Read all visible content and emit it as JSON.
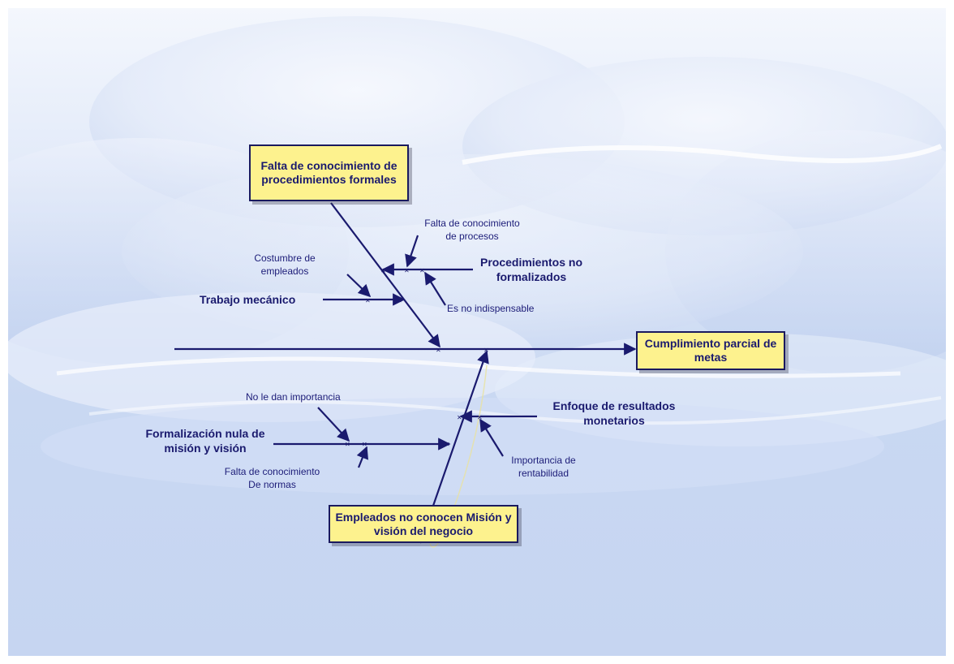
{
  "effect": "Cumplimiento parcial de metas",
  "categories": {
    "top": "Falta de conocimiento de procedimientos formales",
    "bottom": "Empleados no conocen Misión y visión del negocio"
  },
  "causes": {
    "procedimientos": "Procedimientos no formalizados",
    "trabajo": "Trabajo mecánico",
    "enfoque": "Enfoque de resultados monetarios",
    "formalizacion": "Formalización nula de misión y visión"
  },
  "subcauses": {
    "falta_procesos": "Falta de conocimiento de procesos",
    "es_no_indispensable": "Es no indispensable",
    "costumbre": "Costumbre de empleados",
    "no_importancia": "No le dan importancia",
    "falta_normas": "Falta de conocimiento De normas",
    "rentabilidad": "Importancia de rentabilidad"
  },
  "colors": {
    "line": "#1a1a6e",
    "box_fill": "#fdf28e",
    "box_border": "#1a1a5e"
  }
}
